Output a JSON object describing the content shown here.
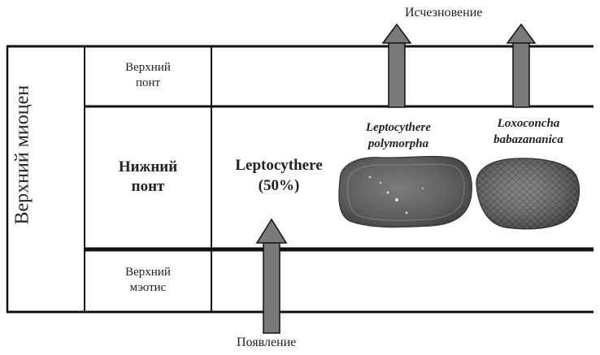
{
  "epoch_label": "Верхний миоцен",
  "stages": {
    "upper_pont": [
      "Верхний",
      "понт"
    ],
    "lower_pont": [
      "Нижний",
      "понт"
    ],
    "upper_maeotis": [
      "Верхний",
      "мэотис"
    ]
  },
  "events": {
    "disappearance": "Исчезновение",
    "appearance": "Появление"
  },
  "abundance": {
    "genus": "Leptocythere",
    "percent": "(50%)"
  },
  "taxa": [
    {
      "genus": "Leptocythere",
      "species": "polymorpha"
    },
    {
      "genus": "Loxoconcha",
      "species": "babazananica"
    }
  ],
  "colors": {
    "arrow_fill": "#7a7a7a",
    "line": "#111111",
    "shell": "#5a5a5a"
  }
}
